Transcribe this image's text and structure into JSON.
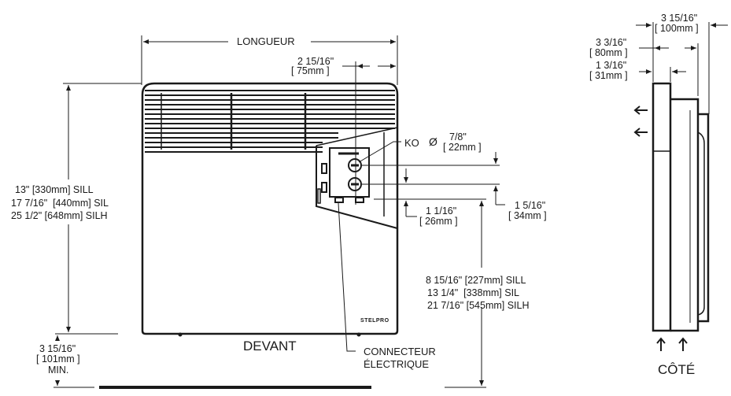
{
  "front_view": {
    "title": "DEVANT",
    "length_label": "LONGUEUR",
    "offset_top": {
      "imperial": "2 15/16\"",
      "metric": "[ 75mm ]"
    },
    "ko": {
      "label": "KO",
      "symbol": "Ø",
      "imperial": "7/8\"",
      "metric": "[ 22mm ]"
    },
    "spacing_small": {
      "imperial": "1 1/16\"",
      "metric": "[ 26mm ]"
    },
    "spacing_large": {
      "imperial": "1 5/16\"",
      "metric": "[ 34mm ]"
    },
    "height_labels": [
      "13\" [330mm] SILL",
      "17 7/16\"  [440mm] SIL",
      "25 1/2\" [648mm] SILH"
    ],
    "connector_height_labels": [
      "8 15/16\" [227mm] SILL",
      "13 1/4\"  [338mm] SIL",
      "21 7/16\" [545mm] SILH"
    ],
    "floor_clearance": {
      "imperial": "3 15/16\"",
      "metric": "[ 101mm ]",
      "note": "MIN."
    },
    "connector_label": [
      "CONNECTEUR",
      "ÉLECTRIQUE"
    ],
    "brand_mark": "STELPRO"
  },
  "side_view": {
    "title": "CÔTÉ",
    "depth_total": {
      "imperial": "3 15/16\"",
      "metric": "[ 100mm ]"
    },
    "depth_mid": {
      "imperial": "3 3/16\"",
      "metric": "[ 80mm ]"
    },
    "depth_small": {
      "imperial": "1 3/16\"",
      "metric": "[ 31mm ]"
    },
    "airflow_out_arrows": 2,
    "airflow_in_arrows": 2
  },
  "colors": {
    "line": "#1a1a1a",
    "background": "#ffffff"
  }
}
